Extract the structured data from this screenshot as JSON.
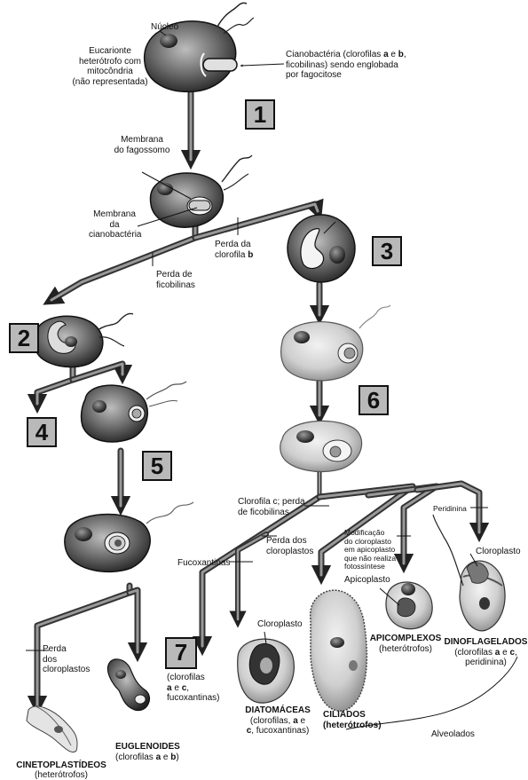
{
  "steps": [
    "1",
    "2",
    "3",
    "4",
    "5",
    "6",
    "7"
  ],
  "labels": {
    "nucleo": "Núcleo",
    "eucarionte": "Eucarionte\nheterótrofo com\nmitocôndria\n(não representada)",
    "cianobacteria_pre": "Cianobactéria (clorofilas ",
    "a1": "a",
    "e1": " e ",
    "b1": "b",
    "cianobacteria_post": ",\nficobilinas) sendo englobada\npor fagocitose",
    "membrana_fagossomo": "Membrana\ndo fagossomo",
    "membrana_ciano": "Membrana\nda\ncianobactéria",
    "perda_clorofila": "Perda da\nclorofila ",
    "perda_clorofila_b": "b",
    "perda_ficobilinas": "Perda de\nficobilinas",
    "clorofila_c": "Clorofila c; perda\nde ficobilinas",
    "fucoxantinas": "Fucoxantinas",
    "perda_cloroplastos_mid": "Perda dos\ncloroplastos",
    "modificacao": "Modificação\ndo cloroplasto\nem apicoplasto\nque não realiza\nfotossíntese",
    "peridinina": "Peridinina",
    "cloroplasto_dino": "Cloroplasto",
    "apicoplasto": "Apicoplasto",
    "cloroplasto_diat": "Cloroplasto",
    "perda_cloroplastos_left": "Perda\ndos\ncloroplastos",
    "grupo7_pre": "(clorofilas\n",
    "grupo7_a": "a",
    "grupo7_mid": " e ",
    "grupo7_c": "c",
    "grupo7_post": ",\nfucoxantinas)"
  },
  "groups": {
    "apicomplexos_name": "APICOMPLEXOS",
    "apicomplexos_desc": "(heterótrofos)",
    "dinoflagelados_name": "DINOFLAGELADOS",
    "dinoflagelados_desc_1": "(clorofilas ",
    "dinoflagelados_a": "a",
    "dinoflagelados_e": " e ",
    "dinoflagelados_c": "c",
    "dinoflagelados_desc_2": ",\nperidinina)",
    "ciliados_name": "CILIADOS",
    "ciliados_desc": "(heterótrofos)",
    "diatomaceas_name": "DIATOMÁCEAS",
    "diatomaceas_desc_1": "(clorofilas, ",
    "diatomaceas_a": "a",
    "diatomaceas_e": " e\n",
    "diatomaceas_c": "c",
    "diatomaceas_desc_2": ", fucoxantinas)",
    "euglenoides_name": "EUGLENOIDES",
    "euglenoides_desc_1": "(clorofilas ",
    "euglenoides_a": "a",
    "euglenoides_e": " e ",
    "euglenoides_b": "b",
    "euglenoides_desc_2": ")",
    "cinetoplastideos_name": "CINETOPLASTÍDEOS",
    "cinetoplastideos_desc": "(heterótrofos)",
    "alveolados": "Alveolados"
  }
}
